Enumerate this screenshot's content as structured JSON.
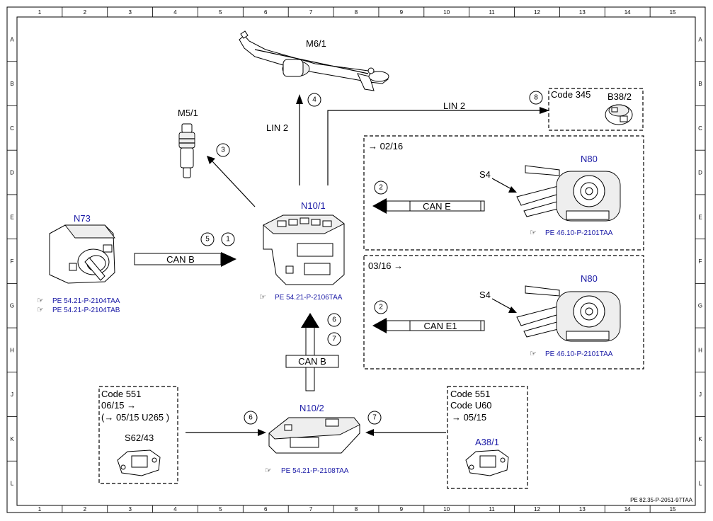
{
  "grid": {
    "columns": [
      "1",
      "2",
      "3",
      "4",
      "5",
      "6",
      "7",
      "8",
      "9",
      "10",
      "11",
      "12",
      "13",
      "14",
      "15"
    ],
    "rows": [
      "A",
      "B",
      "C",
      "D",
      "E",
      "F",
      "G",
      "H",
      "J",
      "K",
      "L"
    ]
  },
  "components": {
    "m6_1": "M6/1",
    "m5_1": "M5/1",
    "n73": "N73",
    "n10_1": "N10/1",
    "n10_2": "N10/2",
    "b38_2": "B38/2",
    "n80_top": "N80",
    "n80_bottom": "N80",
    "s4_top": "S4",
    "s4_bottom": "S4",
    "s62_43": "S62/43",
    "a38_1": "A38/1"
  },
  "buses": {
    "lin_vertical": "LIN 2",
    "lin_horizontal": "LIN 2",
    "can_b_left": "CAN B",
    "can_b_bottom": "CAN B",
    "can_e": "CAN E",
    "can_e1": "CAN E1"
  },
  "markers": {
    "m1": "1",
    "m2a": "2",
    "m2b": "2",
    "m3": "3",
    "m4": "4",
    "m5": "5",
    "m6a": "6",
    "m6b": "6",
    "m7a": "7",
    "m7b": "7",
    "m8": "8"
  },
  "boxes": {
    "code345": "Code 345",
    "from_0216": "→ 02/16",
    "to_0316": "03/16 →",
    "left_code_l1": "Code 551",
    "left_code_l2": "06/15 →",
    "left_code_l3": "(→ 05/15  U265 )",
    "right_code_l1": "Code 551",
    "right_code_l2": "Code U60",
    "right_code_l3": "→ 05/15"
  },
  "references": {
    "n73_ref1": "PE 54.21-P-2104TAA",
    "n73_ref2": "PE 54.21-P-2104TAB",
    "n10_1_ref": "PE 54.21-P-2106TAA",
    "n10_2_ref": "PE 54.21-P-2108TAA",
    "n80_top_ref": "PE 46.10-P-2101TAA",
    "n80_bottom_ref": "PE 46.10-P-2101TAA"
  },
  "footer": {
    "doc_id": "PE 82.35-P-2051-97TAA"
  },
  "icons": [
    "reference-hand-icon"
  ],
  "colors": {
    "component_label": "#1a1aa6",
    "line": "#000000"
  }
}
